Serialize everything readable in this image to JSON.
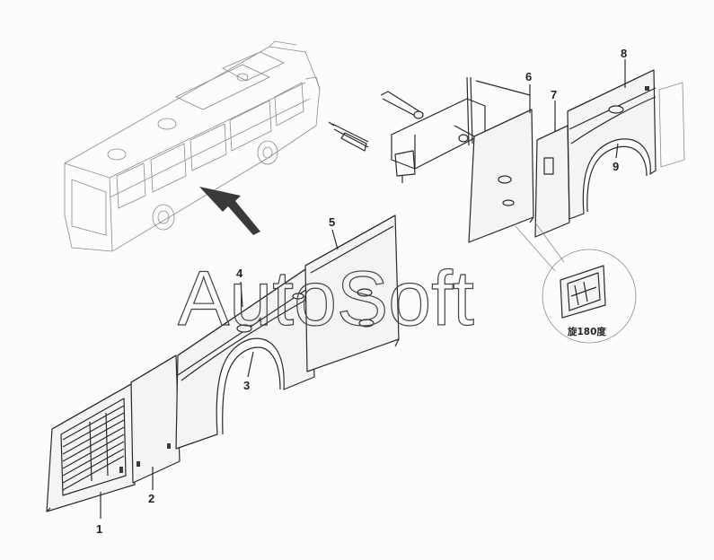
{
  "callouts": [
    {
      "id": "1",
      "label": "1"
    },
    {
      "id": "2",
      "label": "2"
    },
    {
      "id": "3",
      "label": "3"
    },
    {
      "id": "4",
      "label": "4"
    },
    {
      "id": "5",
      "label": "5"
    },
    {
      "id": "6",
      "label": "6"
    },
    {
      "id": "7",
      "label": "7"
    },
    {
      "id": "8",
      "label": "8"
    },
    {
      "id": "9",
      "label": "9"
    }
  ],
  "detail_note": "旋180度",
  "watermark": "AutoSoft",
  "icons": {
    "vehicle": "bus-outline-icon",
    "direction": "arrow-icon"
  }
}
